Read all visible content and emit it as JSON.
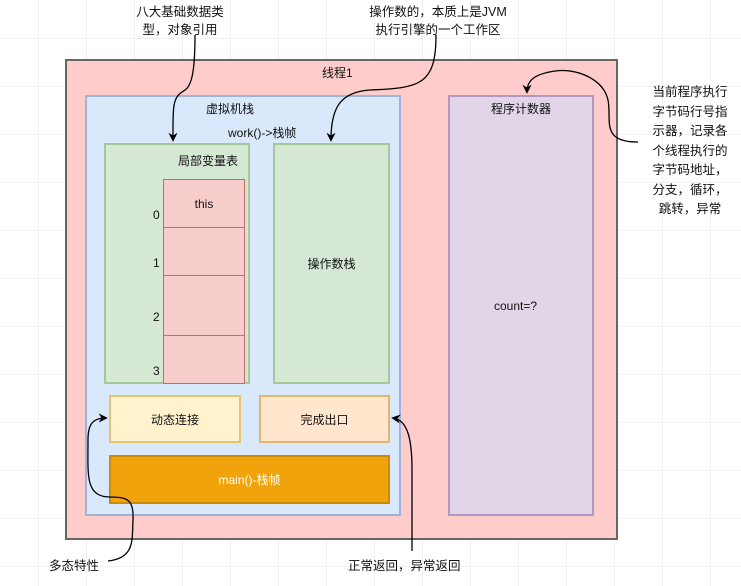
{
  "thread": {
    "title": "线程1"
  },
  "vm_stack": {
    "title": "虚拟机栈",
    "frame_label": "work()->栈帧",
    "local_variable_table": {
      "title": "局部变量表",
      "slots": [
        {
          "index": "0",
          "value": "this"
        },
        {
          "index": "1",
          "value": ""
        },
        {
          "index": "2",
          "value": ""
        },
        {
          "index": "3",
          "value": ""
        }
      ]
    },
    "operand_stack": {
      "title": "操作数栈"
    },
    "dynamic_linking": {
      "title": "动态连接"
    },
    "return_address": {
      "title": "完成出口"
    },
    "main_frame": {
      "title": "main()-栈帧"
    }
  },
  "program_counter": {
    "title": "程序计数器",
    "value": "count=?"
  },
  "annotations": {
    "local_vars_note": [
      "八大基础数据类",
      "型，对象引用"
    ],
    "operand_stack_note": [
      "操作数的，本质上是JVM",
      "执行引擎的一个工作区"
    ],
    "pc_note": [
      "当前程序执行",
      "字节码行号指",
      "示器，记录各",
      "个线程执行的",
      "字节码地址，",
      "分支，循环，",
      "跳转，异常"
    ],
    "dynamic_linking_note": "多态特性",
    "return_address_note": "正常返回，异常返回"
  },
  "colors": {
    "thread_fill": "#ffcccc",
    "vm_stack_fill": "#dae8fc",
    "local_table_fill": "#d5e8d4",
    "slot_fill": "#f8cecc",
    "dynamic_linking_fill": "#fff2cc",
    "return_address_fill": "#ffe6cc",
    "main_frame_fill": "#f0a30a",
    "program_counter_fill": "#e1d5e7"
  }
}
